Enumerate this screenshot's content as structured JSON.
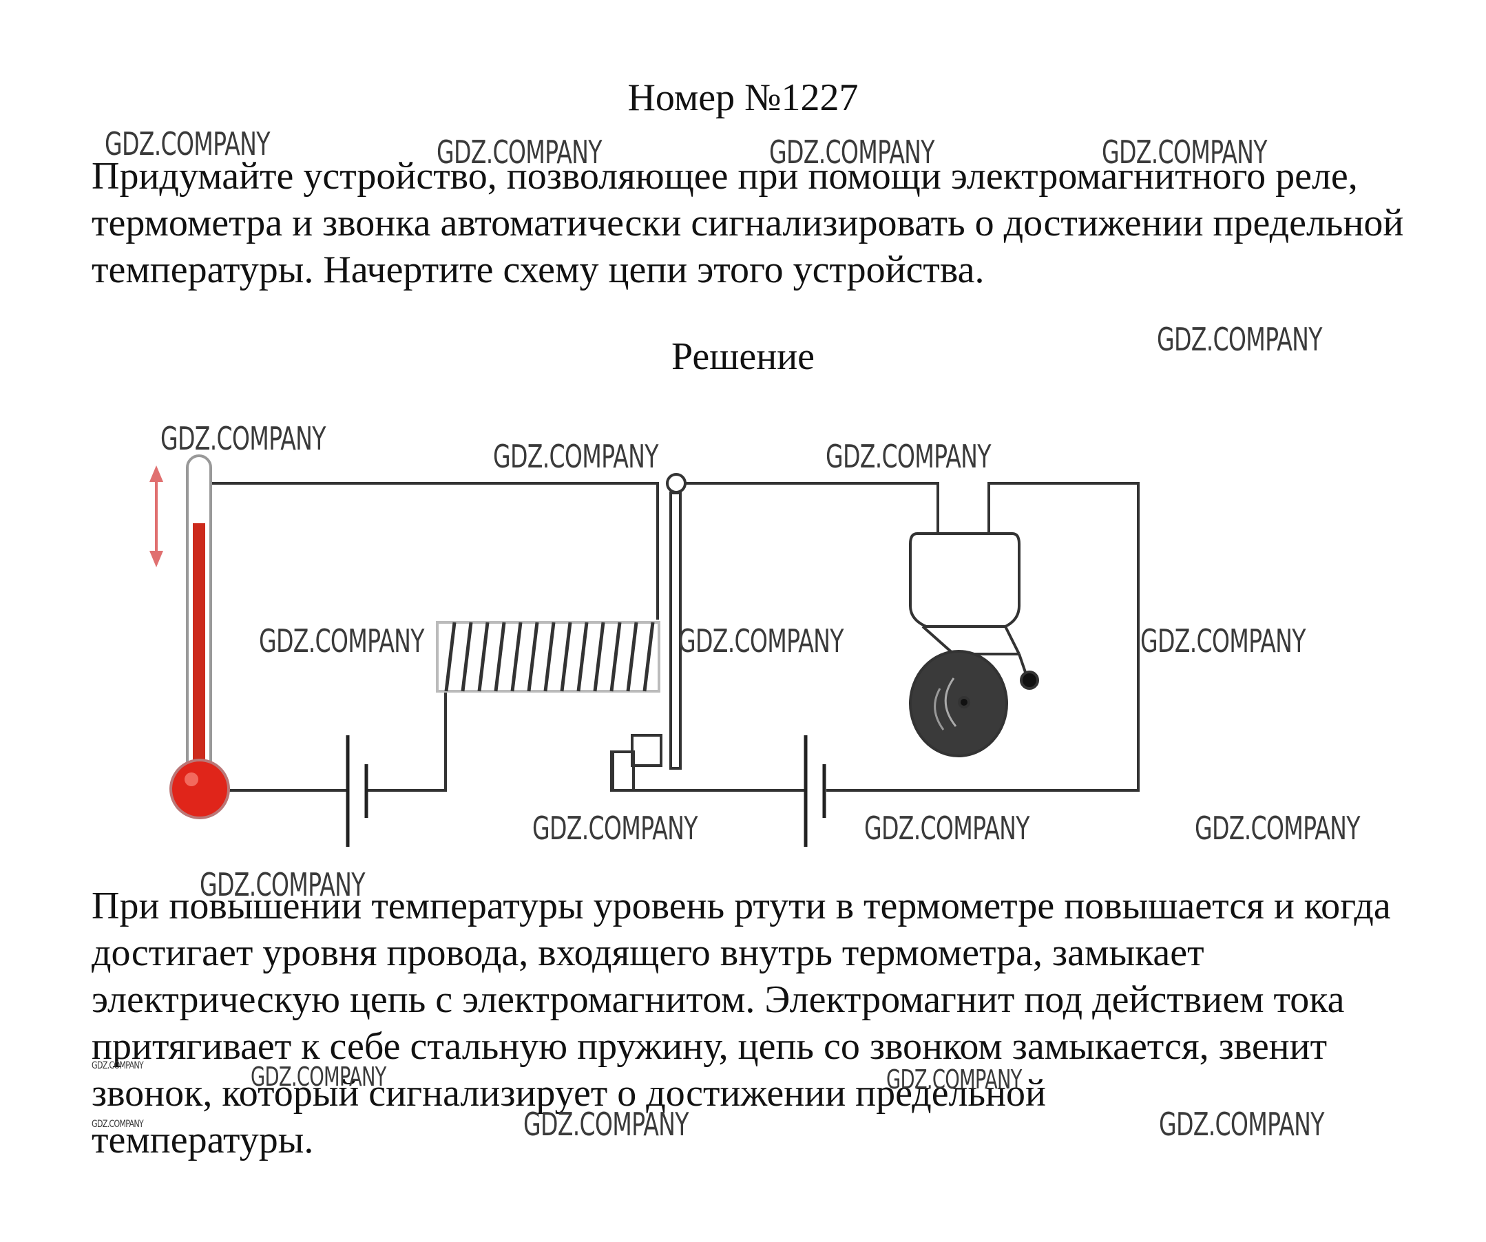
{
  "header": {
    "title": "Номер №1227"
  },
  "task": {
    "text": "Придумайте устройство, позволяющее при помощи электромагнитного реле, термометра и звонка автоматически сигнализировать о достижении предельной температуры. Начертите схему цепи этого устройства."
  },
  "solution": {
    "title": "Решение",
    "text": "При повышении температуры уровень ртути в термометре повышается и когда достигает уровня провода, входящего внутрь термометра, замыкает электрическую цепь с электромагнитом. Электромагнит под действием тока притягивает к себе стальную пружину, цепь со звонком замыкается, звенит звонок, который сигнализирует о достижении предельной",
    "text_end": "температуры."
  },
  "watermark": {
    "text": "GDZ.COMPANY"
  },
  "colors": {
    "mercury": "#cc2a1c",
    "wire": "#333333",
    "arrow": "#e07070"
  }
}
